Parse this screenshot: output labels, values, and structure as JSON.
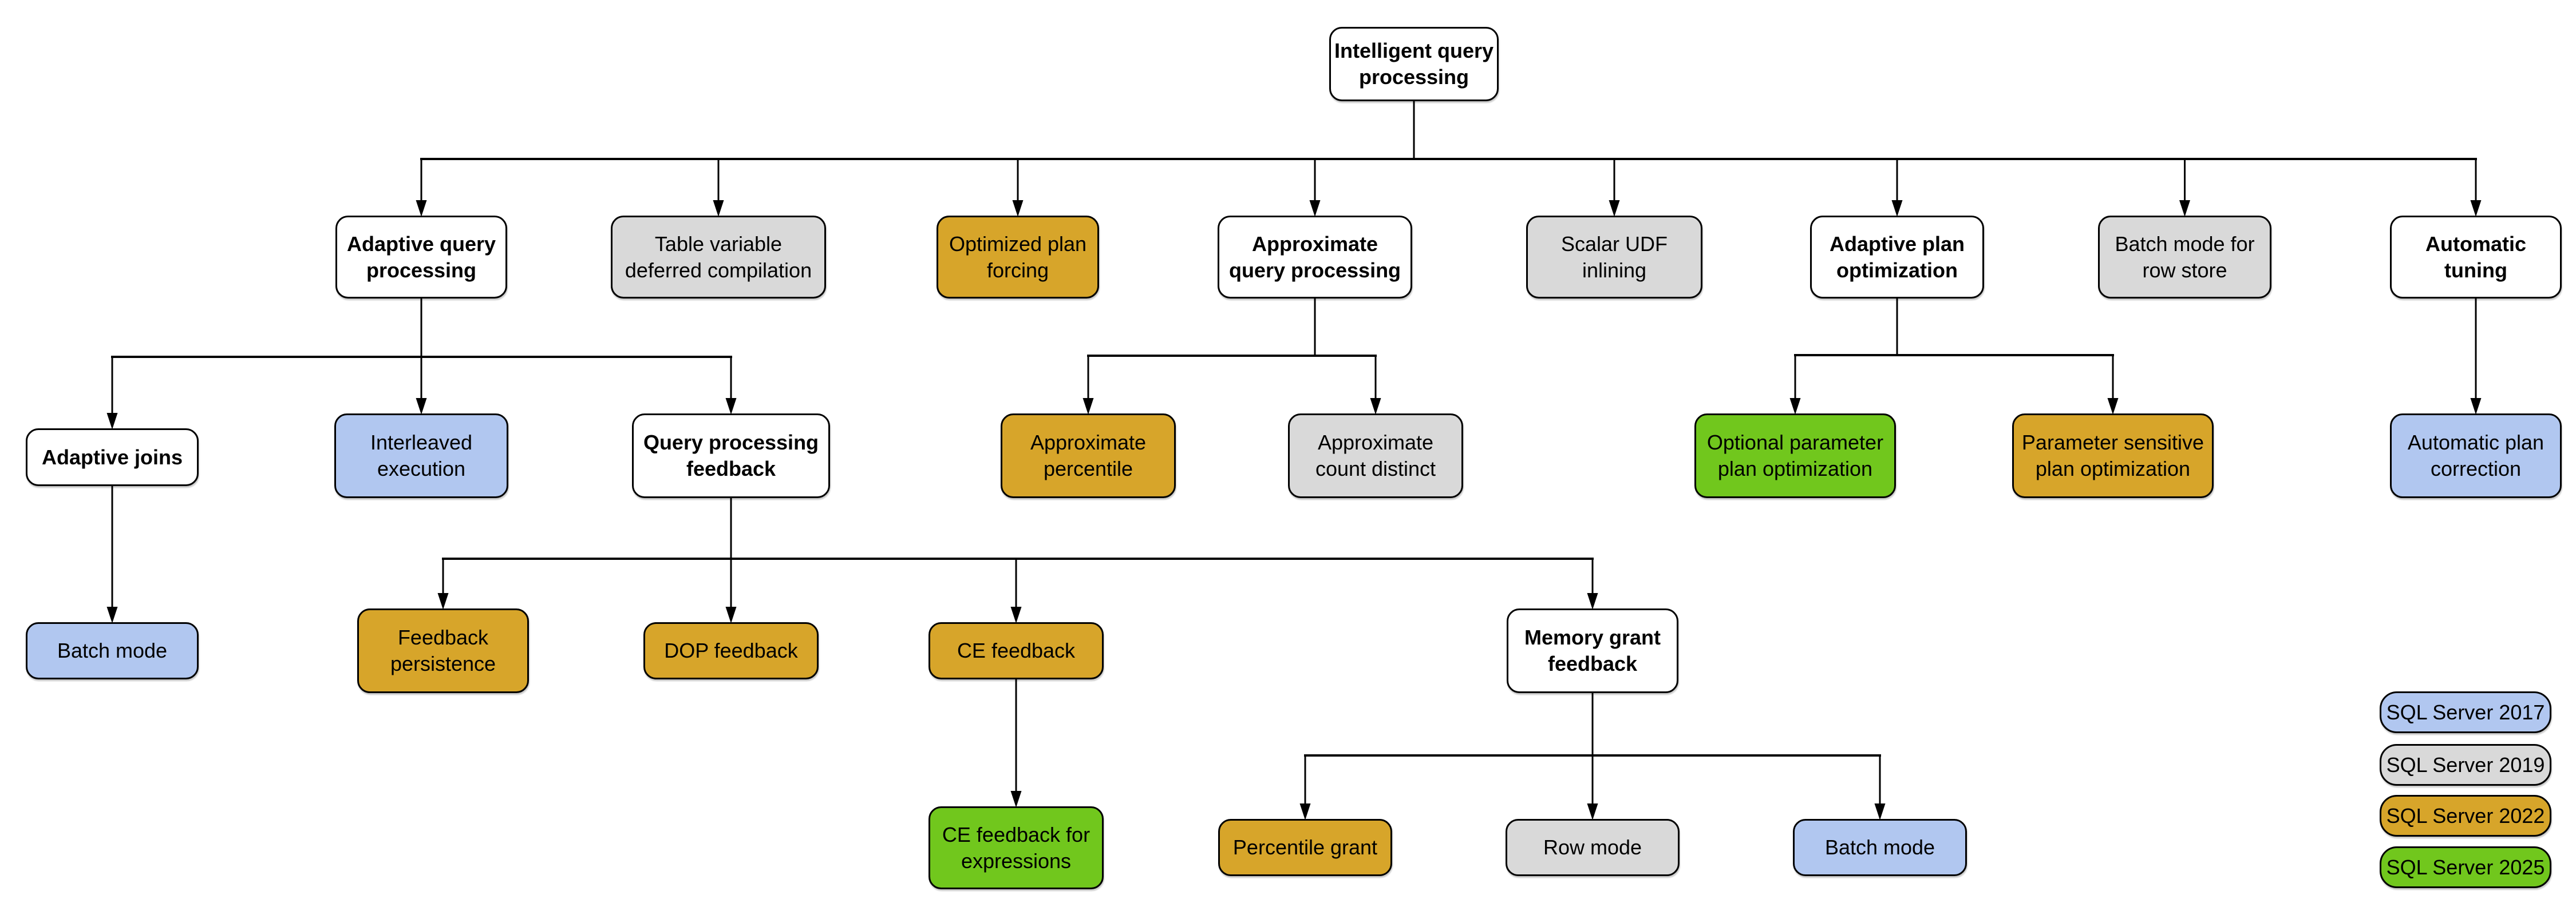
{
  "colors": {
    "family": "#ffffff",
    "sql2017": "#b1c7f0",
    "sql2019": "#d9d9d9",
    "sql2022": "#d7a52a",
    "sql2025": "#71c71d",
    "line": "#000000"
  },
  "nodes": [
    {
      "id": "root",
      "label": "Intelligent query\nprocessing",
      "version": "family"
    },
    {
      "id": "aqp",
      "label": "Adaptive query\nprocessing",
      "version": "family"
    },
    {
      "id": "tvdc",
      "label": "Table variable\ndeferred compilation",
      "version": "sql2019"
    },
    {
      "id": "opf",
      "label": "Optimized plan\nforcing",
      "version": "sql2022"
    },
    {
      "id": "apqp",
      "label": "Approximate\nquery processing",
      "version": "family"
    },
    {
      "id": "sudf",
      "label": "Scalar UDF\ninlining",
      "version": "sql2019"
    },
    {
      "id": "apo",
      "label": "Adaptive plan\noptimization",
      "version": "family"
    },
    {
      "id": "bmrs",
      "label": "Batch mode for\nrow store",
      "version": "sql2019"
    },
    {
      "id": "at",
      "label": "Automatic\ntuning",
      "version": "family"
    },
    {
      "id": "aj",
      "label": "Adaptive joins",
      "version": "family"
    },
    {
      "id": "ie",
      "label": "Interleaved\nexecution",
      "version": "sql2017"
    },
    {
      "id": "qpf",
      "label": "Query processing\nfeedback",
      "version": "family"
    },
    {
      "id": "apct",
      "label": "Approximate\npercentile",
      "version": "sql2022"
    },
    {
      "id": "acd",
      "label": "Approximate\ncount distinct",
      "version": "sql2019"
    },
    {
      "id": "oppo",
      "label": "Optional parameter\nplan optimization",
      "version": "sql2025"
    },
    {
      "id": "pspo",
      "label": "Parameter sensitive\nplan optimization",
      "version": "sql2022"
    },
    {
      "id": "apc",
      "label": "Automatic plan\ncorrection",
      "version": "sql2017"
    },
    {
      "id": "bm1",
      "label": "Batch mode",
      "version": "sql2017"
    },
    {
      "id": "fp",
      "label": "Feedback\npersistence",
      "version": "sql2022"
    },
    {
      "id": "dop",
      "label": "DOP feedback",
      "version": "sql2022"
    },
    {
      "id": "cef",
      "label": "CE feedback",
      "version": "sql2022"
    },
    {
      "id": "mgf",
      "label": "Memory grant\nfeedback",
      "version": "family"
    },
    {
      "id": "cefe",
      "label": "CE feedback for\nexpressions",
      "version": "sql2025"
    },
    {
      "id": "pg",
      "label": "Percentile grant",
      "version": "sql2022"
    },
    {
      "id": "rm",
      "label": "Row mode",
      "version": "sql2019"
    },
    {
      "id": "bm2",
      "label": "Batch mode",
      "version": "sql2017"
    }
  ],
  "edges": [
    {
      "parent": "root",
      "children": [
        "aqp",
        "tvdc",
        "opf",
        "apqp",
        "sudf",
        "apo",
        "bmrs",
        "at"
      ]
    },
    {
      "parent": "aqp",
      "children": [
        "aj",
        "ie",
        "qpf"
      ]
    },
    {
      "parent": "apqp",
      "children": [
        "apct",
        "acd"
      ]
    },
    {
      "parent": "apo",
      "children": [
        "oppo",
        "pspo"
      ]
    },
    {
      "parent": "at",
      "children": [
        "apc"
      ]
    },
    {
      "parent": "aj",
      "children": [
        "bm1"
      ]
    },
    {
      "parent": "qpf",
      "children": [
        "fp",
        "dop",
        "cef",
        "mgf"
      ]
    },
    {
      "parent": "cef",
      "children": [
        "cefe"
      ]
    },
    {
      "parent": "mgf",
      "children": [
        "pg",
        "rm",
        "bm2"
      ]
    }
  ],
  "legend": {
    "items": [
      {
        "label": "SQL Server 2017",
        "version": "sql2017"
      },
      {
        "label": "SQL Server 2019",
        "version": "sql2019"
      },
      {
        "label": "SQL Server 2022",
        "version": "sql2022"
      },
      {
        "label": "SQL Server 2025",
        "version": "sql2025"
      }
    ]
  }
}
